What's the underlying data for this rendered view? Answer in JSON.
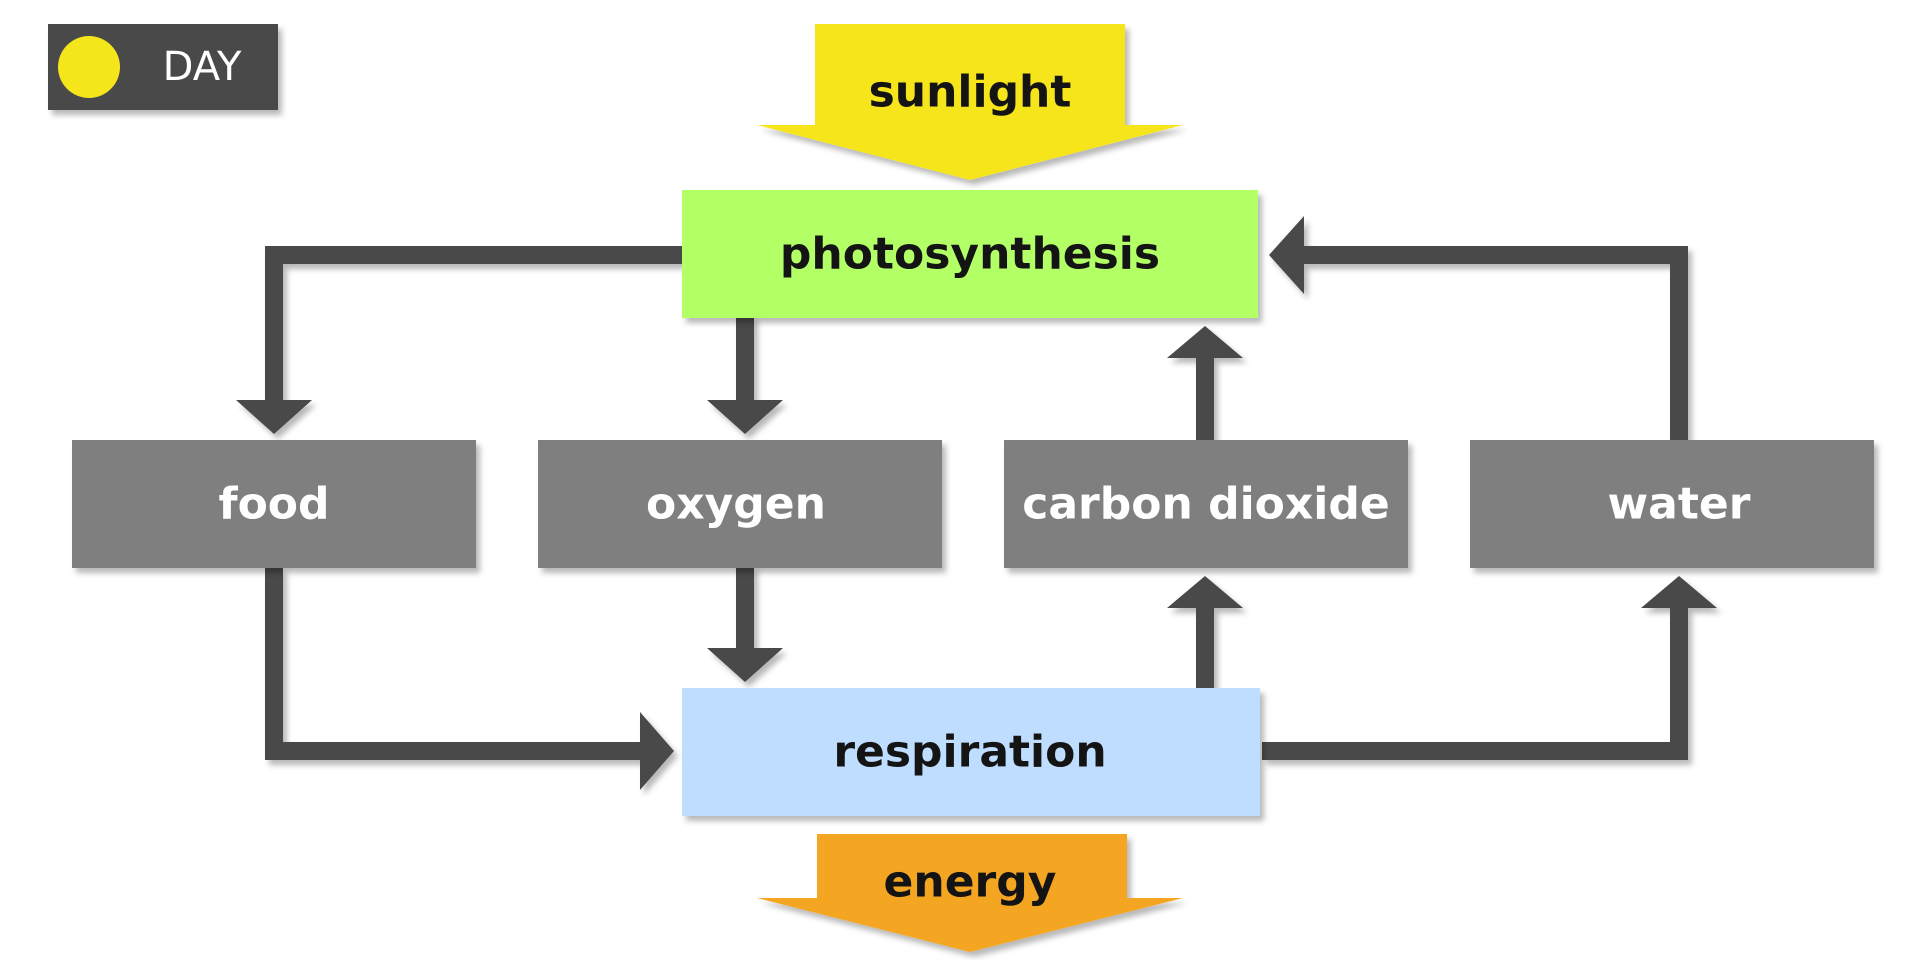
{
  "badge": {
    "label": "DAY",
    "icon": "sun-icon",
    "sun_color": "#f5e61c",
    "background": "#4a4a4a"
  },
  "inputs": {
    "sunlight": "sunlight"
  },
  "outputs": {
    "energy": "energy"
  },
  "processes": {
    "photosynthesis": "photosynthesis",
    "respiration": "respiration"
  },
  "substances": {
    "food": "food",
    "oxygen": "oxygen",
    "carbon_dioxide": "carbon dioxide",
    "water": "water"
  },
  "colors": {
    "sunlight": "#f7e51e",
    "photosynthesis": "#b3ff66",
    "respiration": "#bfdeff",
    "substance_box": "#7f7f7f",
    "energy": "#f4a623",
    "connector": "#4a4a4a"
  }
}
